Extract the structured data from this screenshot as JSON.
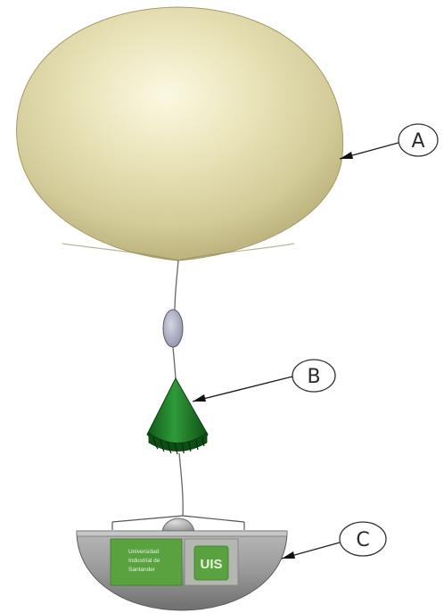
{
  "callouts": {
    "a": {
      "label": "A"
    },
    "b": {
      "label": "B"
    },
    "c": {
      "label": "C"
    }
  },
  "logo": {
    "line1": "Universidad",
    "line2": "Industrial de",
    "line3": "Santander",
    "mark": "UIS"
  },
  "colors": {
    "balloon": "#e3dcae",
    "parachute": "#1f7a2a",
    "payload": "#9c9c9c",
    "logo_green": "#5aa13f"
  }
}
